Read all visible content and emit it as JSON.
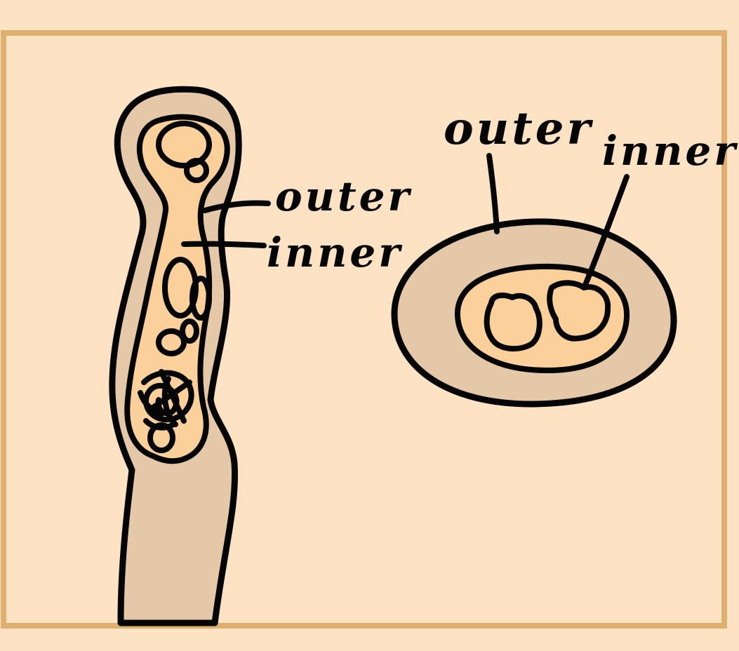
{
  "colors": {
    "page_background": "#fde3c4",
    "frame_border": "#deb06f",
    "outer_layer": "#e5c8a7",
    "inner_layer": "#fbd09b",
    "ink": "#050505"
  },
  "diagram": {
    "left_figure": {
      "description_icon": "longitudinal-section",
      "labels": {
        "outer": "outer",
        "inner": "inner"
      }
    },
    "right_figure": {
      "description_icon": "cross-section",
      "labels": {
        "outer": "outer",
        "inner": "inner"
      }
    }
  }
}
